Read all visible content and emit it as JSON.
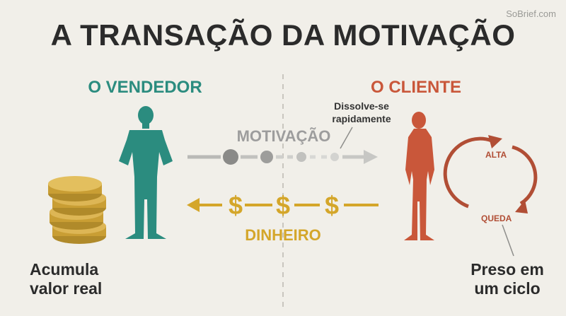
{
  "watermark": "SoBrief.com",
  "title": "A TRANSAÇÃO DA MOTIVAÇÃO",
  "vendor": {
    "label": "O VENDEDOR",
    "caption_line1": "Acumula",
    "caption_line2": "valor real"
  },
  "client": {
    "label": "O CLIENTE",
    "caption_line1": "Preso em",
    "caption_line2": "um ciclo",
    "cycle": {
      "high": "ALTA",
      "low": "QUEDA"
    }
  },
  "motivation": {
    "label": "MOTIVAÇÃO",
    "note_line1": "Dissolve-se",
    "note_line2": "rapidamente"
  },
  "money": {
    "label": "DINHEIRO",
    "symbol": "$"
  },
  "colors": {
    "vendor": "#2b8c7f",
    "client": "#c9573a",
    "money": "#d4a62a",
    "motivation": "#9d9d9d"
  }
}
